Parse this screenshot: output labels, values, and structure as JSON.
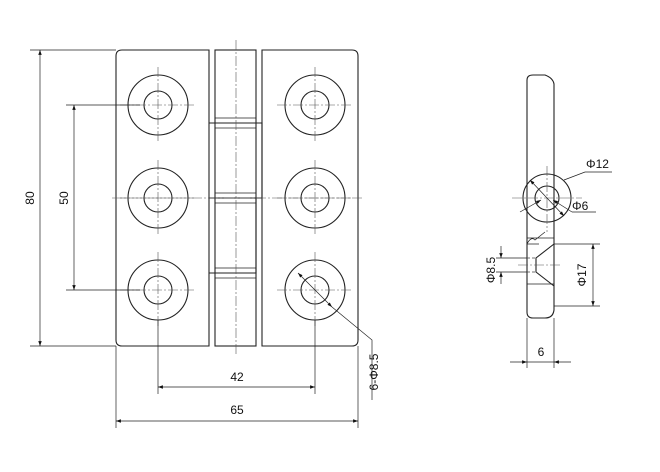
{
  "dimensions": {
    "height_total": "80",
    "height_holes": "50",
    "width_holes": "42",
    "width_total": "65",
    "holes": "6-Φ8.5",
    "dia_knuckle_outer": "Φ12",
    "dia_pin": "Φ6",
    "dia_csk_hole": "Φ8.5",
    "dia_csk_outer": "Φ17",
    "thickness": "6"
  }
}
